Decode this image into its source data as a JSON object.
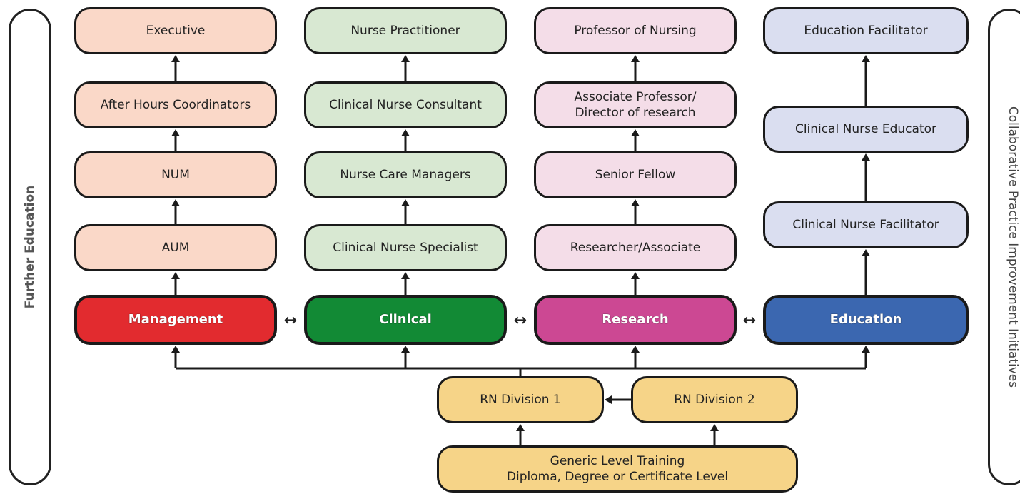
{
  "side_labels": {
    "left": "Further Education",
    "right": "Collaborative Practice Improvement Initiatives"
  },
  "columns": [
    {
      "key": "management",
      "head": "Management",
      "roles": [
        "Executive",
        "After Hours Coordinators",
        "NUM",
        "AUM"
      ],
      "color": "#e22b2f"
    },
    {
      "key": "clinical",
      "head": "Clinical",
      "roles": [
        "Nurse Practitioner",
        "Clinical Nurse Consultant",
        "Nurse Care Managers",
        "Clinical Nurse Specialist"
      ],
      "color": "#128a35"
    },
    {
      "key": "research",
      "head": "Research",
      "roles": [
        "Professor of Nursing",
        "Associate Professor/\nDirector of research",
        "Senior Fellow",
        "Researcher/Associate"
      ],
      "color": "#cc4893"
    },
    {
      "key": "education",
      "head": "Education",
      "roles": [
        "Education Facilitator",
        "Clinical Nurse Educator",
        "Clinical Nurse Facilitator"
      ],
      "color": "#3b67b0"
    }
  ],
  "rn": {
    "division1": "RN Division 1",
    "division2": "RN Division 2",
    "training": "Generic Level Training\nDiploma, Degree or Certificate Level"
  },
  "connector_glyph": "↔"
}
